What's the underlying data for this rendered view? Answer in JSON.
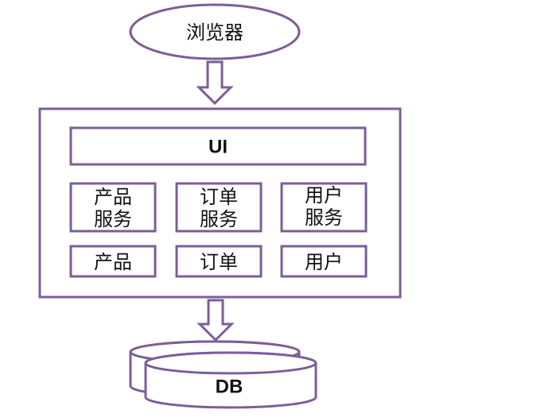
{
  "browser": {
    "label": "浏览器"
  },
  "app": {
    "ui_label": "UI",
    "services": [
      {
        "line1": "产品",
        "line2": "服务"
      },
      {
        "line1": "订单",
        "line2": "服务"
      },
      {
        "line1": "用户",
        "line2": "服务"
      }
    ],
    "modules": [
      "产品",
      "订单",
      "用户"
    ]
  },
  "database": {
    "label": "DB"
  },
  "colors": {
    "stroke": "#7b5e96",
    "fill": "#ffffff",
    "text": "#111111"
  }
}
